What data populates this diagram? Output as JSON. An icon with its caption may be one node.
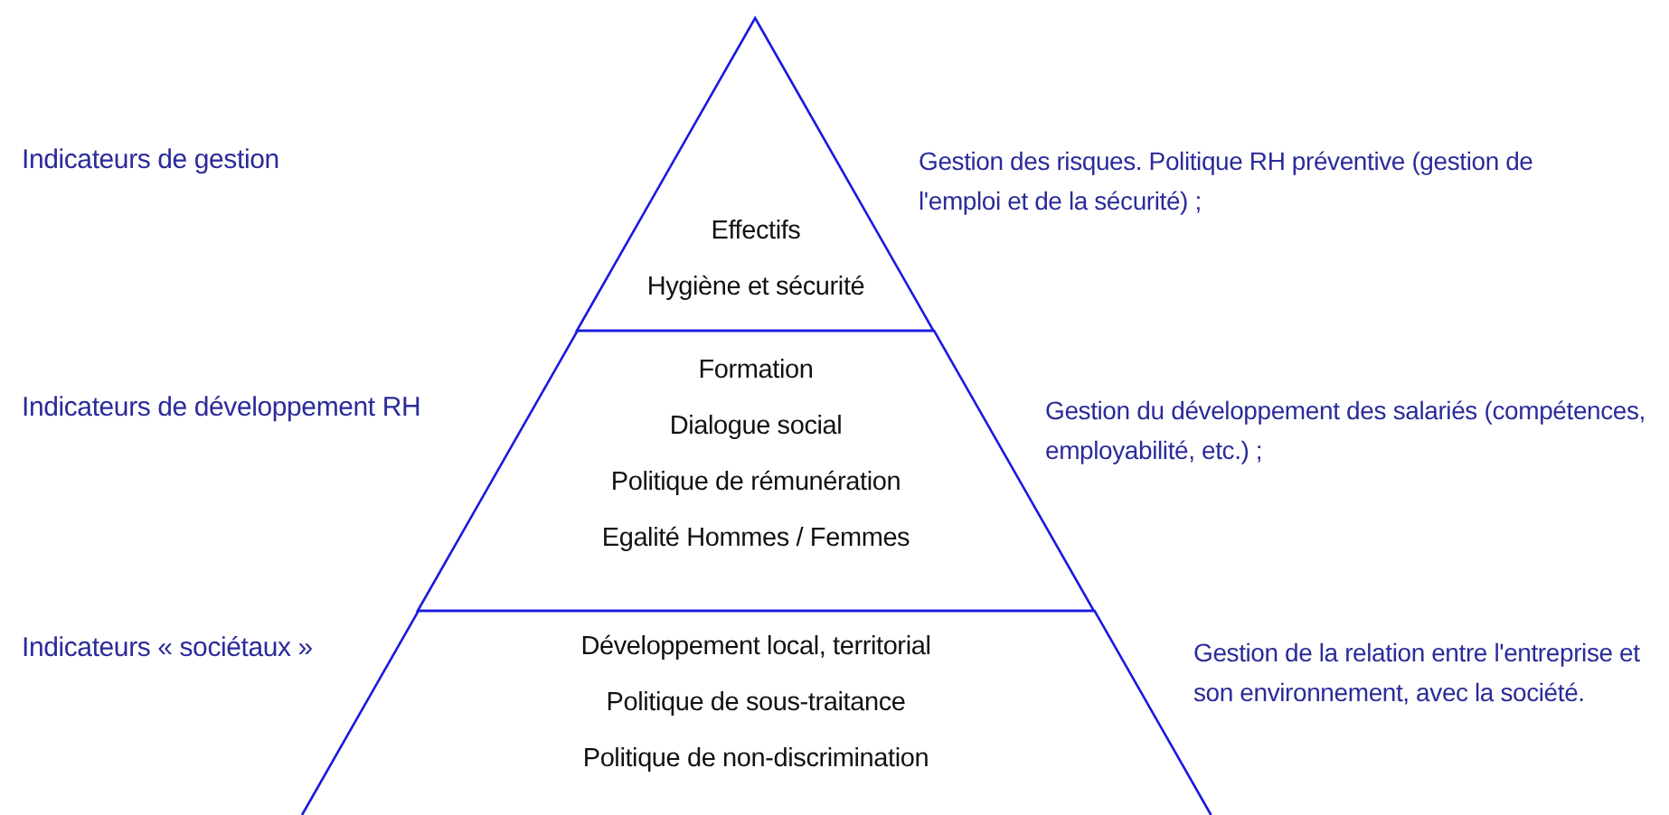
{
  "diagram": {
    "nodes": [
      {
        "text": [
          "Effectifs",
          "Hygiène et sécurité"
        ]
      },
      {
        "text": [
          "Formation",
          "Dialogue social",
          "Politique de rémunération",
          "Egalité Hommes / Femmes"
        ]
      },
      {
        "text": [
          "Développement local, territorial",
          "Politique de sous-traitance",
          "Politique de non-discrimination"
        ]
      }
    ],
    "labels": [
      "Indicateurs de gestion",
      "Gestion des risques. Politique RH préventive (gestion de l'emploi et de la sécurité) ;",
      "Indicateurs de développement RH",
      "Gestion du développement des salariés (compétences, employabilité, etc.) ;",
      "Indicateurs « sociétaux »",
      "Gestion de la relation entre l'entreprise et son environnement, avec la société."
    ]
  }
}
